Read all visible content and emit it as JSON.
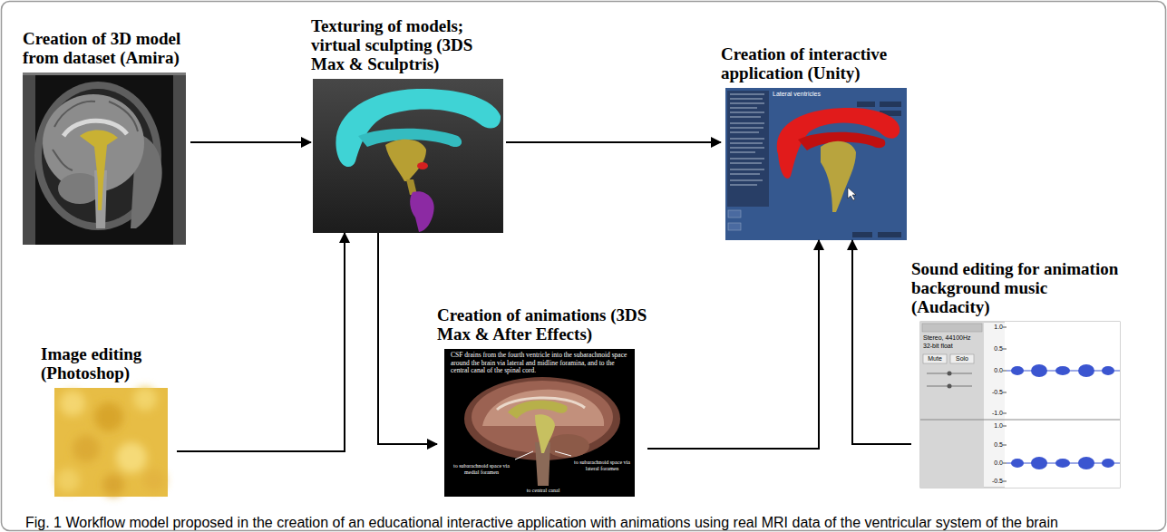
{
  "diagram": {
    "caption": "Fig. 1 Workflow model proposed in the creation of an educational interactive application with animations using real MRI data of the ventricular system of the brain",
    "nodes": [
      {
        "text": [
          "Creation of 3D model from dataset (Amira)"
        ]
      },
      {
        "text": [
          "Texturing of models; virtual sculpting (3DS Max & Sculptris)"
        ]
      },
      {
        "text": [
          "Creation of interactive application (Unity)"
        ]
      },
      {
        "text": [
          "Image editing (Photoshop)"
        ]
      },
      {
        "text": [
          "Creation of animations (3DS Max & After Effects)"
        ]
      },
      {
        "text": [
          "Sound editing for animation background music (Audacity)"
        ]
      }
    ],
    "edges": [
      {
        "from": 0,
        "to": 1,
        "arrow": "to"
      },
      {
        "from": 1,
        "to": 2,
        "arrow": "to"
      },
      {
        "from": 3,
        "to": 1,
        "arrow": "to"
      },
      {
        "from": 1,
        "to": 4,
        "arrow": "to"
      },
      {
        "from": 4,
        "to": 2,
        "arrow": "to"
      },
      {
        "from": 5,
        "to": 2,
        "arrow": "to"
      }
    ],
    "labels": [
      "Lateral ventricles",
      "CSF drains from the fourth ventricle into the subarachnoid space around the brain via lateral and midline foramina, and to the central canal of the spinal cord.",
      "to subarachnoid space via medial foramen",
      "to subarachnoid space via lateral foramen",
      "to central canal",
      "Stereo, 44100Hz",
      "32-bit float",
      "Mute",
      "Solo",
      "1.0",
      "0.5",
      "0.0",
      "-0.5",
      "-1.0",
      "1.0",
      "0.5",
      "0.0",
      "-0.5"
    ]
  }
}
